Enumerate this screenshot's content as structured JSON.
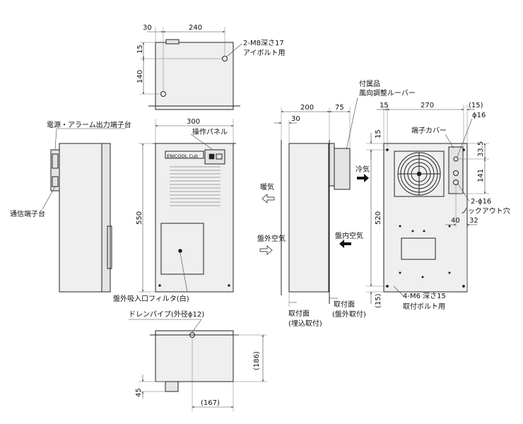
{
  "dimensions": {
    "top_30": "30",
    "top_240": "240",
    "top_15": "15",
    "top_140": "140",
    "front_300": "300",
    "front_550": "550",
    "side_200": "200",
    "side_75": "75",
    "side_30": "30",
    "rear_15": "15",
    "rear_270": "270",
    "rear_15p": "(15)",
    "rear_15_left": "15",
    "rear_33_5": "33.5",
    "rear_141": "141",
    "rear_520": "520",
    "rear_40": "40",
    "rear_32": "32",
    "rear_15p_bottom": "(15)",
    "bottom_186": "(186)",
    "bottom_45": "45",
    "bottom_167": "(167)"
  },
  "labels": {
    "eyebolt_holes": "2-M8深さ17",
    "eyebolt_use": "アイボルト用",
    "power_alarm_terminal": "電源・アラーム出力端子台",
    "comm_terminal": "通信端子台",
    "operation_panel": "操作パネル",
    "filter": "盤外吸入口フィルタ(白)",
    "drain_pipe": "ドレンパイプ(外径ϕ12)",
    "accessory_line1": "付属品",
    "accessory_line2": "風向調整ルーバー",
    "cold_air": "冷気",
    "warm_air": "暖気",
    "outside_air": "盤外空気",
    "inside_air": "盤内空気",
    "mount_face": "取付面",
    "embedded_mount": "(埋込取付)",
    "panel_mount": "(盤外取付)",
    "terminal_cover": "端子カバー",
    "phi16": "ϕ16",
    "knockout_qty": "2-ϕ16",
    "knockout": "ノックアウト穴",
    "mount_holes": "4-M6 深さ15",
    "mount_bolt": "取付ボルト用",
    "brand_plate": "ENICOOL Cub"
  }
}
